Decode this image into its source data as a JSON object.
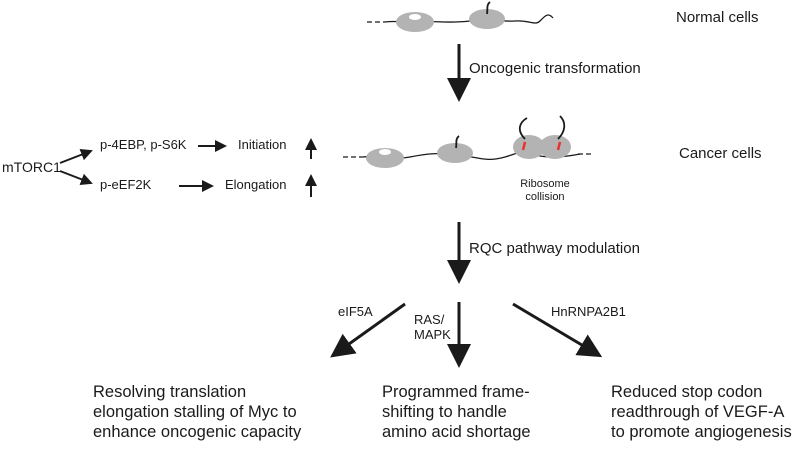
{
  "labels": {
    "normal_cells": "Normal cells",
    "cancer_cells": "Cancer cells",
    "oncogenic_transformation": "Oncogenic transformation",
    "rqc_modulation": "RQC pathway modulation",
    "ribosome_collision_1": "Ribosome",
    "ribosome_collision_2": "collision",
    "mtorc1": "mTORC1",
    "p4ebp": "p-4EBP, p-S6K",
    "peef2k": "p-eEF2K",
    "initiation": "Initiation",
    "elongation": "Elongation",
    "eif5a": "eIF5A",
    "ras_1": "RAS/",
    "ras_2": "MAPK",
    "hnrnpa2b1": "HnRNPA2B1"
  },
  "outcomes": {
    "left": [
      "Resolving translation",
      "elongation stalling of Myc to",
      "enhance oncogenic capacity"
    ],
    "middle": [
      "Programmed frame-",
      "shifting to handle",
      "amino acid shortage"
    ],
    "right": [
      "Reduced stop codon",
      "readthrough of VEGF-A",
      "to promote angiogenesis"
    ]
  },
  "colors": {
    "ribosome": "#b3b3b3",
    "collision_marker": "#e8332b",
    "line": "#1a1a1a"
  }
}
